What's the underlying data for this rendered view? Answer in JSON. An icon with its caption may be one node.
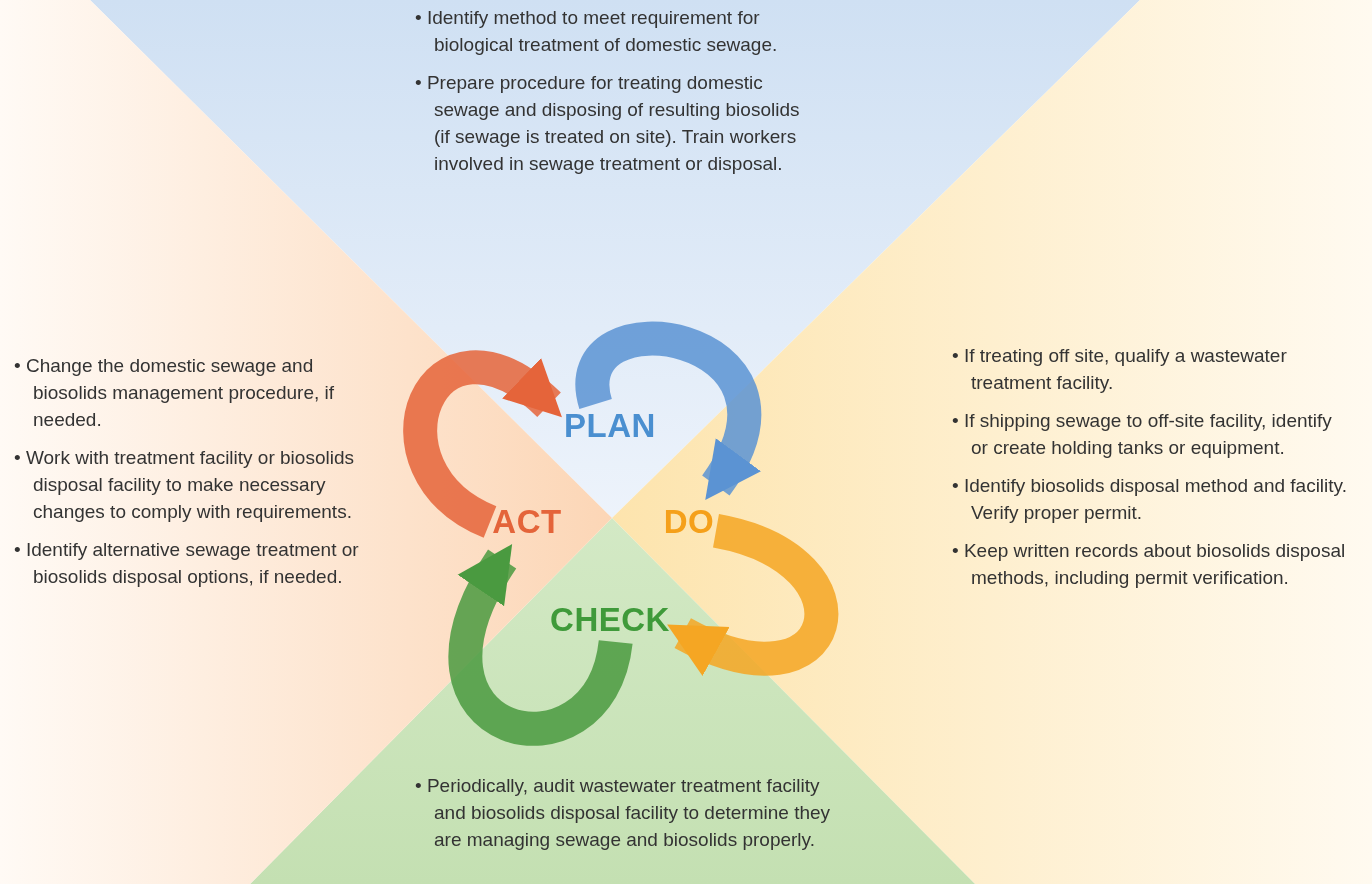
{
  "diagram": {
    "nodes": [
      {
        "text": [
          "• Identify method to meet requirement for biological treatment of domestic sewage.",
          "• Prepare procedure for treating domestic sewage and disposing of resulting biosolids (if sewage is treated on site). Train workers involved in sewage treatment or disposal."
        ]
      },
      {
        "text": [
          "• If treating off site, qualify a wastewater treatment facility.",
          "• If shipping sewage to off-site facility, identify or create holding tanks or equipment.",
          "• Identify biosolids disposal method and facility. Verify proper permit.",
          "• Keep written records about biosolids disposal methods, including permit verification."
        ]
      },
      {
        "text": [
          "• Periodically, audit wastewater treatment facility and biosolids disposal facility to determine they are managing sewage and biosolids properly."
        ]
      },
      {
        "text": [
          "• Change the domestic sewage and biosolids management procedure, if needed.",
          "• Work with treatment facility or biosolids disposal facility to make necessary changes to comply with requirements.",
          "• Identify alternative sewage treatment or biosolids disposal options, if needed."
        ]
      },
      {
        "text": [
          "PLAN"
        ],
        "in": 0
      },
      {
        "text": [
          "DO"
        ],
        "in": 1
      },
      {
        "text": [
          "CHECK"
        ],
        "in": 2
      },
      {
        "text": [
          "ACT"
        ],
        "in": 3
      }
    ],
    "edges": [
      {
        "from": 4,
        "to": 5,
        "arrow": "to",
        "color": "#5b93d3"
      },
      {
        "from": 5,
        "to": 6,
        "arrow": "to",
        "color": "#f5a623"
      },
      {
        "from": 6,
        "to": 7,
        "arrow": "to",
        "color": "#4a9a40"
      },
      {
        "from": 7,
        "to": 4,
        "arrow": "to",
        "color": "#e5643a"
      }
    ]
  }
}
